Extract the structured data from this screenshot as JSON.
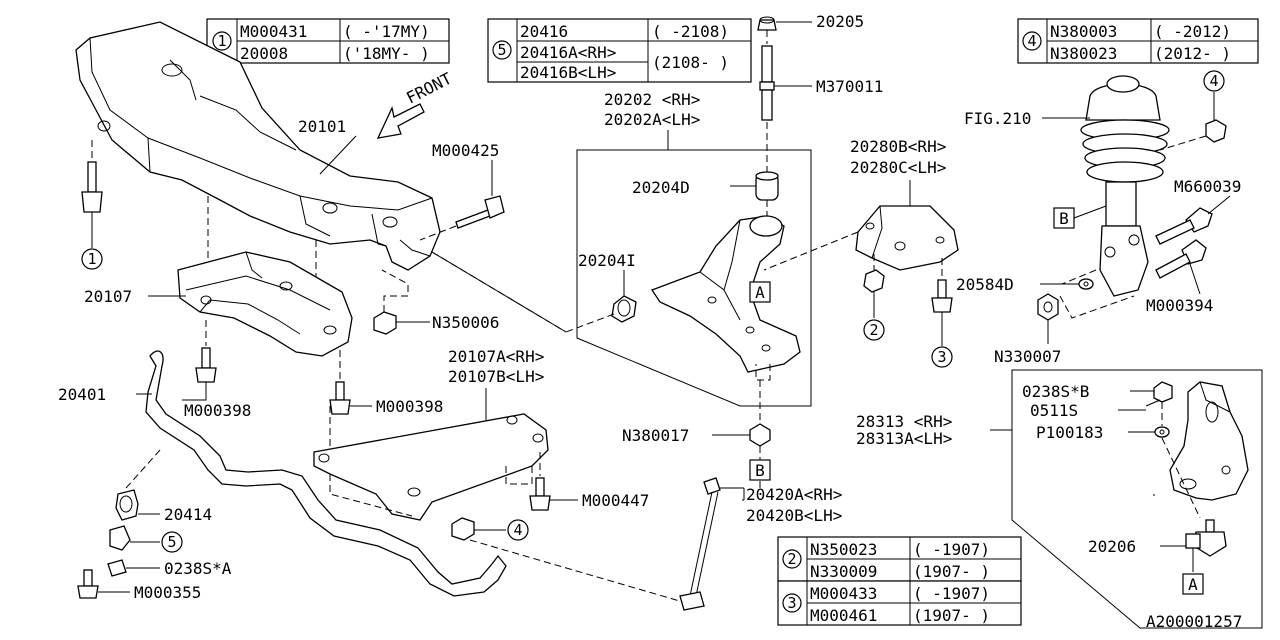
{
  "diagram_id": "A200001257",
  "front_label": "FRONT",
  "tables": {
    "t1": {
      "num": "1",
      "rows": [
        [
          "M000431",
          "( -'17MY)"
        ],
        [
          "20008",
          "('18MY- )"
        ]
      ]
    },
    "t5": {
      "num": "5",
      "r1": [
        "20416",
        "( -2108)"
      ],
      "r2": "20416A<RH>",
      "r3": "20416B<LH>",
      "range": "(2108- )"
    },
    "t4": {
      "num": "4",
      "rows": [
        [
          "N380003",
          "( -2012)"
        ],
        [
          "N380023",
          "(2012- )"
        ]
      ]
    },
    "t2": {
      "num": "2",
      "rows": [
        [
          "N350023",
          "( -1907)"
        ],
        [
          "N330009",
          "(1907- )"
        ]
      ]
    },
    "t3": {
      "num": "3",
      "rows": [
        [
          "M000433",
          "( -1907)"
        ],
        [
          "M000461",
          "(1907- )"
        ]
      ]
    }
  },
  "labels": {
    "p20205": "20205",
    "m370011": "M370011",
    "p20202": "20202 <RH>",
    "p20202a": "20202A<LH>",
    "p20101": "20101",
    "m000425": "M000425",
    "p20204d": "20204D",
    "p20204i": "20204I",
    "p20280b": "20280B<RH>",
    "p20280c": "20280C<LH>",
    "fig210": "FIG.210",
    "m660039": "M660039",
    "p20584d": "20584D",
    "m000394": "M000394",
    "n330007": "N330007",
    "p20107": "20107",
    "n350006": "N350006",
    "p20401": "20401",
    "m000398a": "M000398",
    "m000398b": "M000398",
    "p20107a": "20107A<RH>",
    "p20107b": "20107B<LH>",
    "n380017": "N380017",
    "m000447": "M000447",
    "p20420a": "20420A<RH>",
    "p20420b": "20420B<LH>",
    "p20414": "20414",
    "p0238sa": "0238S*A",
    "m000355": "M000355",
    "p0238sb": "0238S*B",
    "p0511s": "0511S",
    "p100183": "P100183",
    "p28313": "28313 <RH>",
    "p28313a": "28313A<LH>",
    "p20206": "20206"
  },
  "refs": {
    "A": "A",
    "B": "B",
    "n1": "1",
    "n2": "2",
    "n3": "3",
    "n4": "4",
    "n5": "5"
  }
}
